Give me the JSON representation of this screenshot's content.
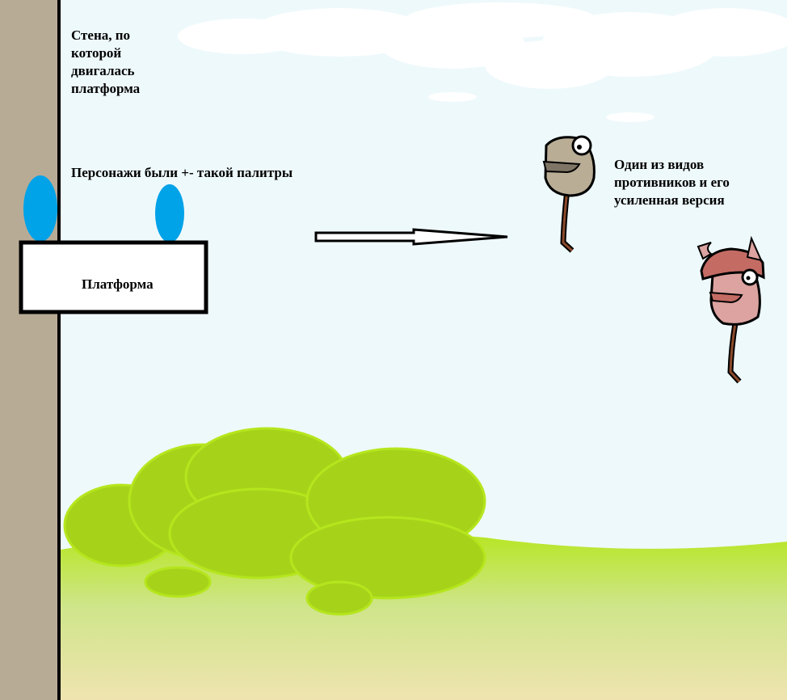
{
  "annotations": {
    "wall_note": "Стена, по которой двигалась платформа",
    "palette_note": "Персонажи были +- такой палитры",
    "enemy_note": "Один из видов противников и его усиленная версия",
    "platform_label": "Платформа"
  },
  "colors": {
    "sky": "#eef9fb",
    "wall": "#b8ab96",
    "character": "#00a2e8",
    "bush": "#a6d31a",
    "grass": "#b5e61d",
    "sand": "#efe4b0",
    "enemy_basic": "#b9ad96",
    "enemy_strong": "#dca3a0",
    "enemy_helmet": "#c46c64",
    "stem": "#8b4a2b"
  }
}
